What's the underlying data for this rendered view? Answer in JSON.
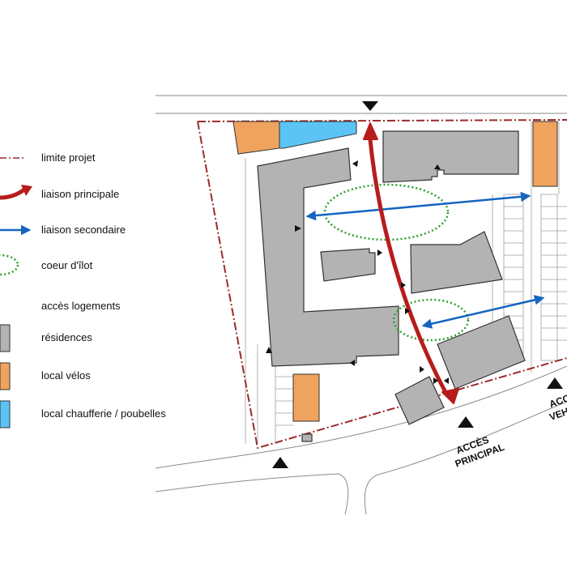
{
  "legend": {
    "limite_projet": "limite projet",
    "liaison_principale": "liaison principale",
    "liaison_secondaire": "liaison secondaire",
    "coeur_ilot": "coeur d'îlot",
    "acces_logements": "accès logements",
    "residences": "résidences",
    "local_velos": "local vélos",
    "local_chaufferie": "local chaufferie / poubelles"
  },
  "access_labels": {
    "principal_line1": "ACCÈS",
    "principal_line2": "PRINCIPAL",
    "vehicule_line1": "ACC",
    "vehicule_line2": "VEHIC"
  },
  "colors": {
    "residence": "#b3b3b3",
    "velos": "#f0a35e",
    "chaufferie": "#5bc4f5",
    "liaison_principale": "#b71c1c",
    "liaison_secondaire": "#1565c0",
    "coeur_ilot": "#2e9e2e",
    "limite_projet": "#9b2a2a"
  }
}
